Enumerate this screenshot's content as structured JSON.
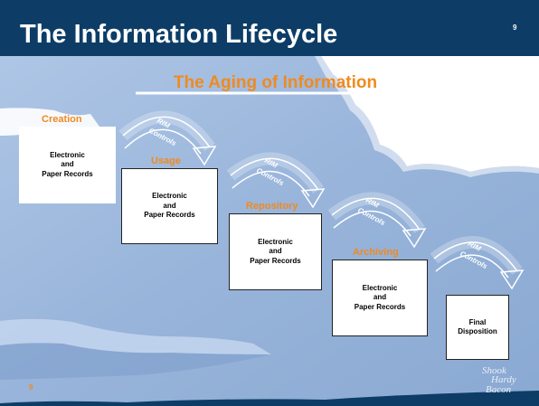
{
  "slide": {
    "title": "The Information Lifecycle",
    "page_number_top": "9",
    "page_number_bottom": "9",
    "subtitle": "The Aging of Information"
  },
  "stages": [
    {
      "label": "Creation",
      "box_text": "Electronic\nand\nPaper Records"
    },
    {
      "label": "Usage",
      "box_text": "Electronic\nand\nPaper Records"
    },
    {
      "label": "Repository",
      "box_text": "Electronic\nand\nPaper Records"
    },
    {
      "label": "Archiving",
      "box_text": "Electronic\nand\nPaper Records"
    }
  ],
  "final": {
    "box_text": "Final\nDisposition"
  },
  "arrow_label": [
    "RIM",
    "Controls"
  ],
  "logo_text": [
    "Shook",
    "Hardy",
    "Bacon"
  ],
  "colors": {
    "header_band": "#0d3d66",
    "accent_orange": "#f08a1f",
    "background_blue": "#9db7dc",
    "background_dark": "#0d3d66"
  }
}
